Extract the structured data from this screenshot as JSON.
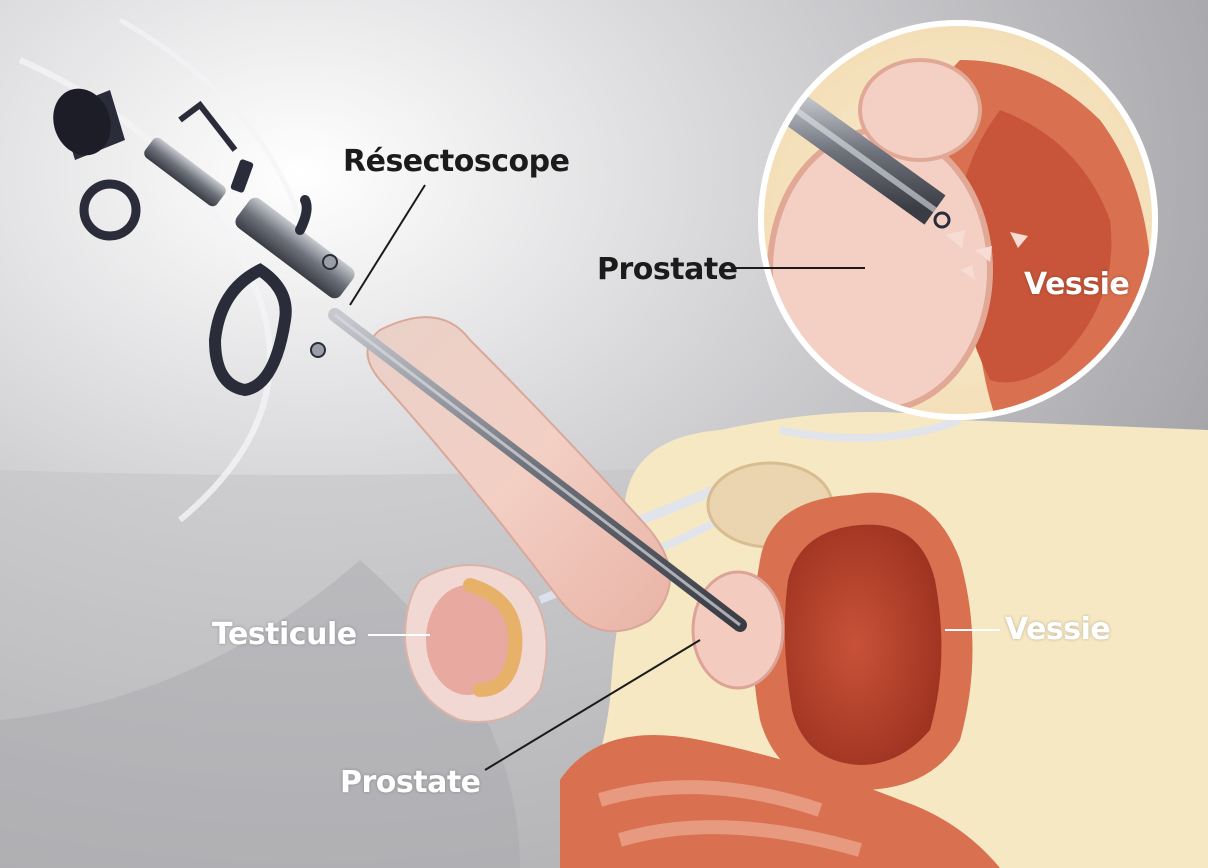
{
  "labels": {
    "resectoscope": "Résectoscope",
    "prostate_inset": "Prostate",
    "vessie_inset": "Vessie",
    "testicule": "Testicule",
    "vessie_main": "Vessie",
    "prostate_main": "Prostate"
  },
  "colors": {
    "label_dark": "#1b1b1b",
    "label_light": "#ffffff",
    "background_gray": "#b8b8bb",
    "tissue_pink": "#f2c9be",
    "muscle_red": "#d9704f",
    "bladder_inner": "#b8432c",
    "fat_yellow": "#f7e9c2",
    "instrument_steel": "#7b7f86",
    "instrument_dark": "#2a2c3a"
  }
}
